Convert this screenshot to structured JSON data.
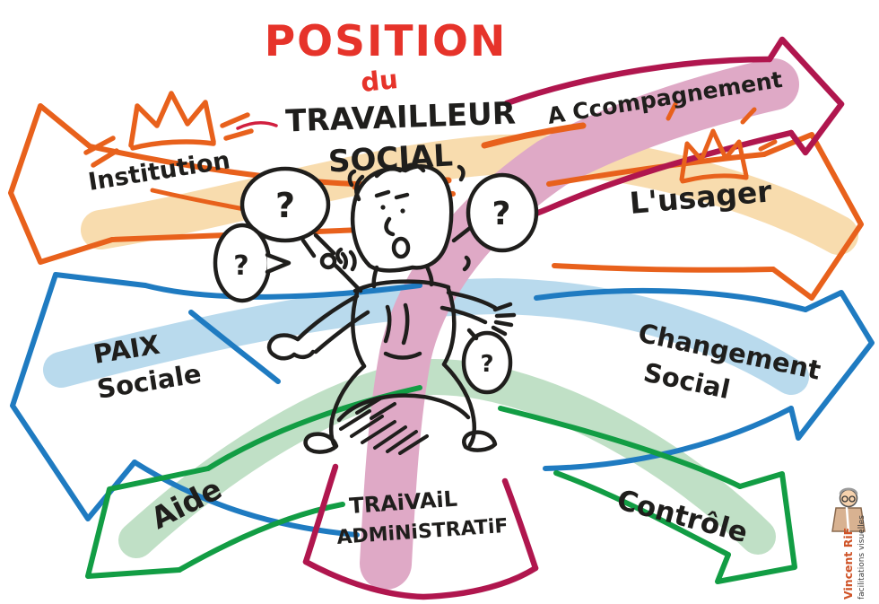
{
  "title": {
    "line1": "POSITION",
    "line2": "du",
    "line3": "TRAVAILLEUR",
    "line4": "SOCIAL"
  },
  "forces": {
    "institution": {
      "label": "Institution",
      "arrow_color": "#e8611c",
      "band_color": "#f8dcae",
      "direction": "left"
    },
    "accompagnement": {
      "label": "A Ccompagnement",
      "arrow_color": "#b0164e",
      "band_color": "#dfa9c6",
      "direction": "up-right"
    },
    "usager": {
      "label": "L'usager",
      "arrow_color": "#e8611c",
      "band_color": "#f8dcae",
      "direction": "right"
    },
    "paix_sociale": {
      "label_line1": "PAIX",
      "label_line2": "Sociale",
      "arrow_color": "#1f7bc1",
      "band_color": "#b9daed",
      "direction": "left"
    },
    "changement_social": {
      "label_line1": "Changement",
      "label_line2": "Social",
      "arrow_color": "#1f7bc1",
      "band_color": "#b9daed",
      "direction": "right"
    },
    "aide": {
      "label": "Aide",
      "arrow_color": "#129d44",
      "band_color": "#c0e0c6",
      "direction": "down-left"
    },
    "travail_administratif": {
      "label_line1": "TRAiVAiL",
      "label_line2": "ADMiNiSTRATiF",
      "arrow_color": "#b0164e",
      "band_color": "#dfa9c6",
      "direction": "down"
    },
    "controle": {
      "label": "Contrôle",
      "arrow_color": "#129d44",
      "band_color": "#c0e0c6",
      "direction": "down-right"
    }
  },
  "character": {
    "description": "stressed social worker pulled in all directions",
    "question_mark": "?"
  },
  "signature": {
    "name": "Vincent RiF",
    "subtitle": "facilitations visuelles"
  },
  "colors": {
    "ink": "#1f1e1c",
    "title_red": "#e6332a",
    "orange": "#e8611c",
    "peach": "#f8dcae",
    "crimson": "#b0164e",
    "pink": "#dfa9c6",
    "blue": "#1f7bc1",
    "light_blue": "#b9daed",
    "green": "#129d44",
    "light_green": "#c0e0c6"
  }
}
